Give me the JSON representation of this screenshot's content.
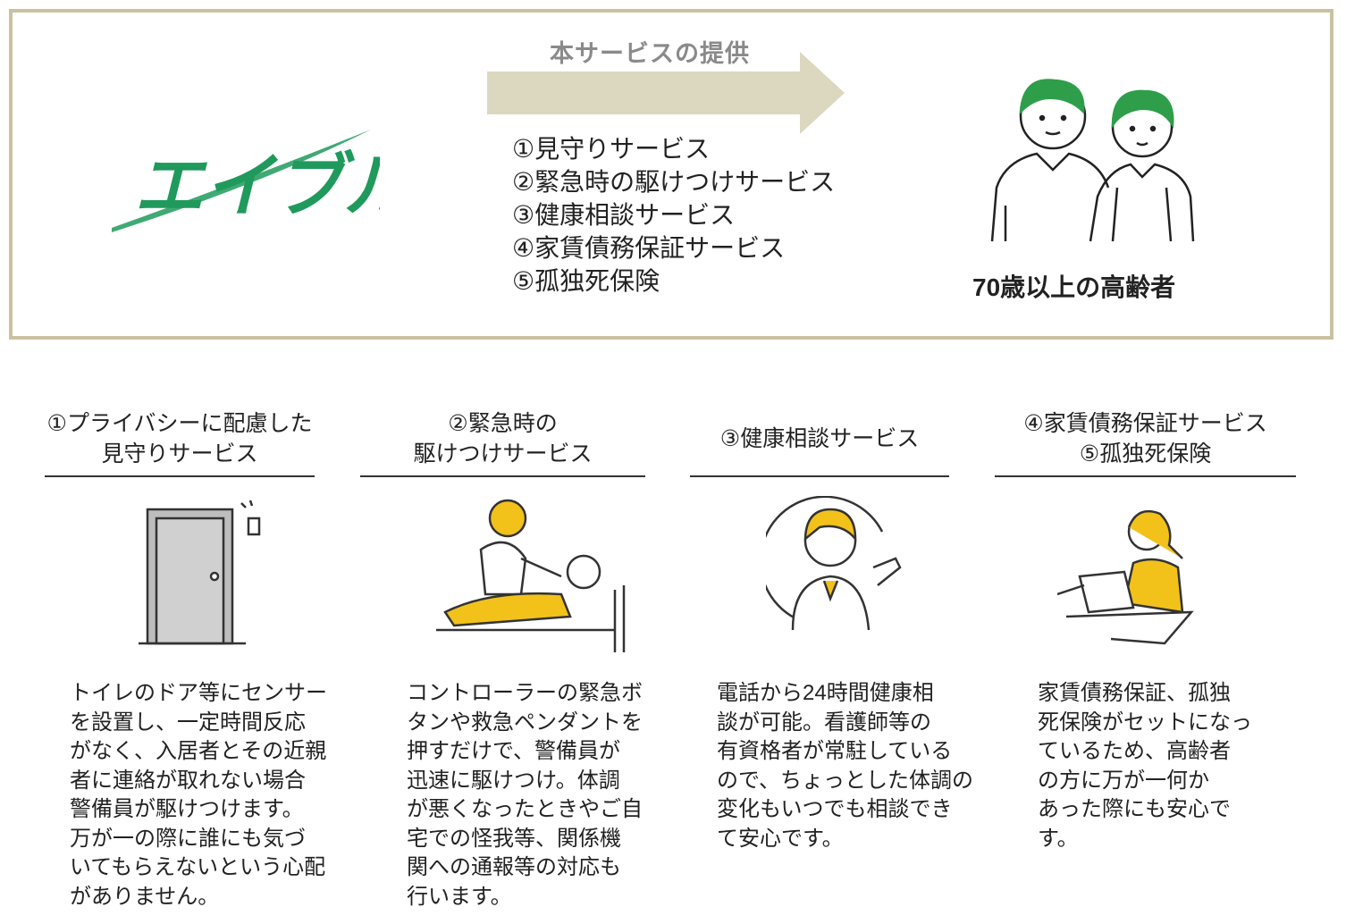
{
  "top": {
    "logo_text": "エイブル",
    "arrow_label": "本サービスの提供",
    "services": [
      "①見守りサービス",
      "②緊急時の駆けつけサービス",
      "③健康相談サービス",
      "④家賃債務保証サービス",
      "⑤孤独死保険"
    ],
    "target_label": "70歳以上の高齢者"
  },
  "columns": [
    {
      "heading": [
        "①プライバシーに配慮した",
        "見守りサービス"
      ],
      "icon": "door-sensor-icon",
      "body": [
        "トイレのドア等にセンサー",
        "を設置し、一定時間反応",
        "がなく、入居者とその近親",
        "者に連絡が取れない場合",
        "警備員が駆けつけます。",
        "万が一の際に誰にも気づ",
        "いてもらえないという心配",
        "がありません。"
      ]
    },
    {
      "heading": [
        "②緊急時の",
        "駆けつけサービス"
      ],
      "icon": "caregiver-patient-icon",
      "body": [
        "コントローラーの緊急ボ",
        "タンや救急ペンダントを",
        "押すだけで、警備員が",
        "迅速に駆けつけ。体調",
        "が悪くなったときやご自",
        "宅での怪我等、関係機",
        "関への通報等の対応も",
        "行います。"
      ]
    },
    {
      "heading": [
        "③健康相談サービス"
      ],
      "icon": "doctor-icon",
      "body": [
        "電話から24時間健康相",
        "談が可能。看護師等の",
        "有資格者が常駐している",
        "ので、ちょっとした体調の",
        "変化もいつでも相談でき",
        "て安心です。"
      ]
    },
    {
      "heading": [
        "④家賃債務保証サービス",
        "⑤孤独死保険"
      ],
      "icon": "office-worker-laptop-icon",
      "body": [
        "家賃債務保証、孤独",
        "死保険がセットになっ",
        "ているため、高齢者",
        "の方に万が一何か",
        "あった際にも安心で",
        "す。"
      ]
    }
  ],
  "colors": {
    "border": "#c9c1a0",
    "arrow": "#dcd8c0",
    "brand_green": "#1f9a5c",
    "illustration_yellow": "#f2c21b",
    "hair_green": "#2e9e4a"
  }
}
